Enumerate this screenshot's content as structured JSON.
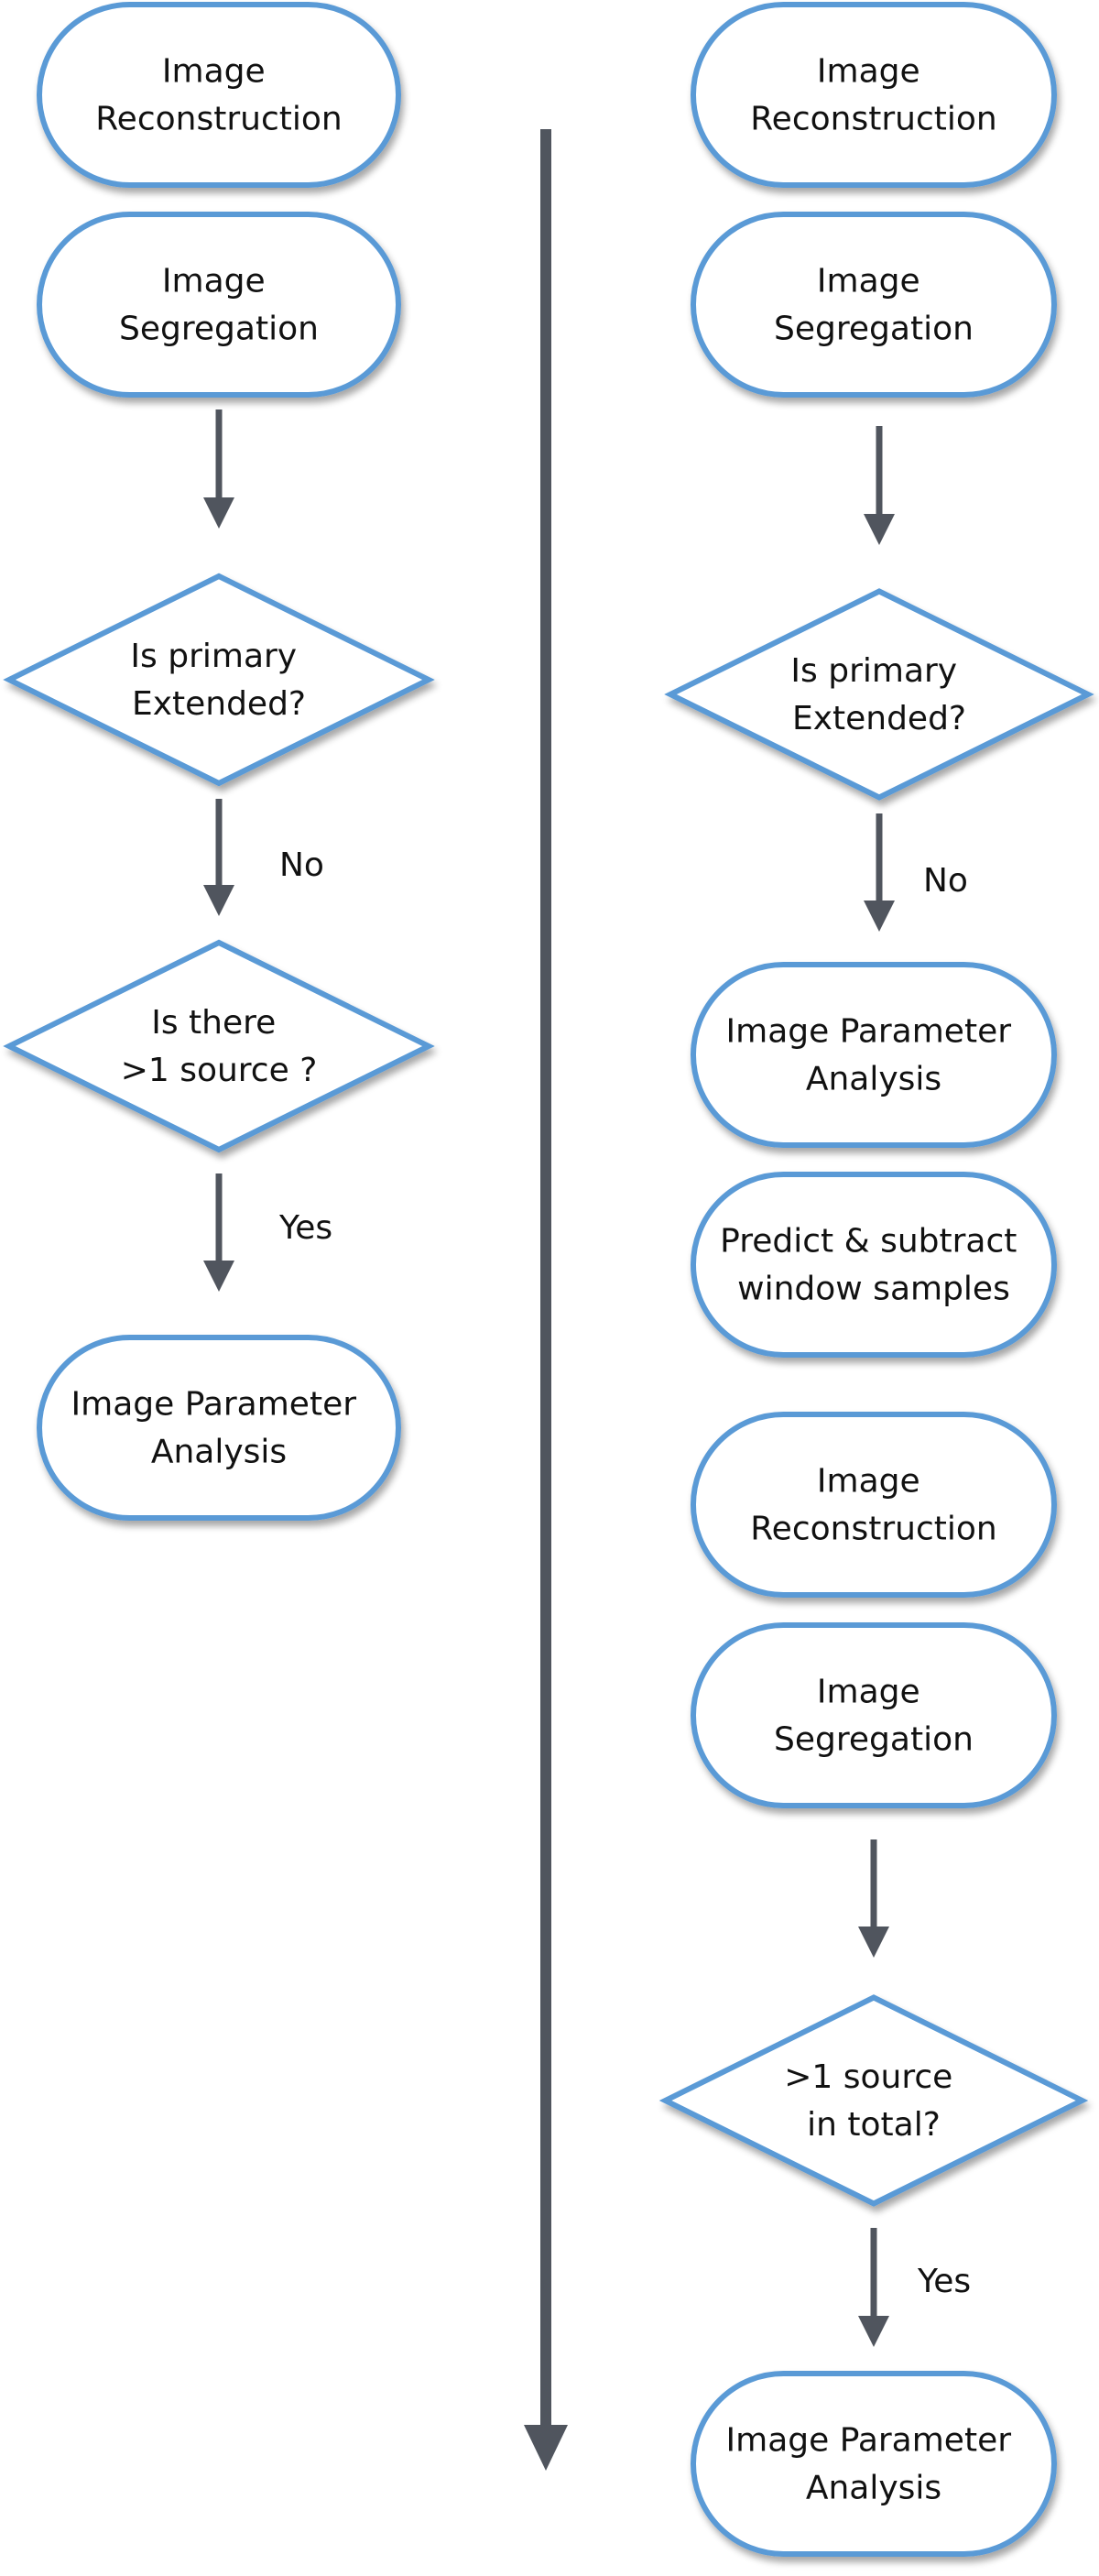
{
  "diagram": {
    "colors": {
      "node_border": "#5a9ad6",
      "node_fill": "#ffffff",
      "arrow": "#50555e",
      "text": "#111111"
    },
    "left_flow": {
      "nodes": [
        {
          "id": "L1",
          "shape": "terminal",
          "lines": [
            "Image",
            "Reconstruction"
          ]
        },
        {
          "id": "L2",
          "shape": "terminal",
          "lines": [
            "Image",
            "Segregation"
          ]
        },
        {
          "id": "L3",
          "shape": "decision",
          "lines": [
            "Is primary",
            "Extended?"
          ]
        },
        {
          "id": "L4",
          "shape": "decision",
          "lines": [
            "Is there",
            ">1 source ?"
          ]
        },
        {
          "id": "L5",
          "shape": "terminal",
          "lines": [
            "Image Parameter",
            "Analysis"
          ]
        }
      ],
      "edges": [
        {
          "from": "L2",
          "to": "L3",
          "label": ""
        },
        {
          "from": "L3",
          "to": "L4",
          "label": "No"
        },
        {
          "from": "L4",
          "to": "L5",
          "label": "Yes"
        }
      ]
    },
    "right_flow": {
      "nodes": [
        {
          "id": "R1",
          "shape": "terminal",
          "lines": [
            "Image",
            "Reconstruction"
          ]
        },
        {
          "id": "R2",
          "shape": "terminal",
          "lines": [
            "Image",
            "Segregation"
          ]
        },
        {
          "id": "R3",
          "shape": "decision",
          "lines": [
            "Is primary",
            "Extended?"
          ]
        },
        {
          "id": "R4",
          "shape": "terminal",
          "lines": [
            "Image Parameter",
            "Analysis"
          ]
        },
        {
          "id": "R5",
          "shape": "terminal",
          "lines": [
            "Predict & subtract",
            "window samples"
          ]
        },
        {
          "id": "R6",
          "shape": "terminal",
          "lines": [
            "Image",
            "Reconstruction"
          ]
        },
        {
          "id": "R7",
          "shape": "terminal",
          "lines": [
            "Image",
            "Segregation"
          ]
        },
        {
          "id": "R8",
          "shape": "decision",
          "lines": [
            ">1 source",
            "in total?"
          ]
        },
        {
          "id": "R9",
          "shape": "terminal",
          "lines": [
            "Image Parameter",
            "Analysis"
          ]
        }
      ],
      "edges": [
        {
          "from": "R2",
          "to": "R3",
          "label": ""
        },
        {
          "from": "R3",
          "to": "R4",
          "label": "No"
        },
        {
          "from": "R7",
          "to": "R8",
          "label": ""
        },
        {
          "from": "R8",
          "to": "R9",
          "label": "Yes"
        }
      ]
    },
    "time_axis": {
      "direction": "down",
      "label": ""
    }
  }
}
